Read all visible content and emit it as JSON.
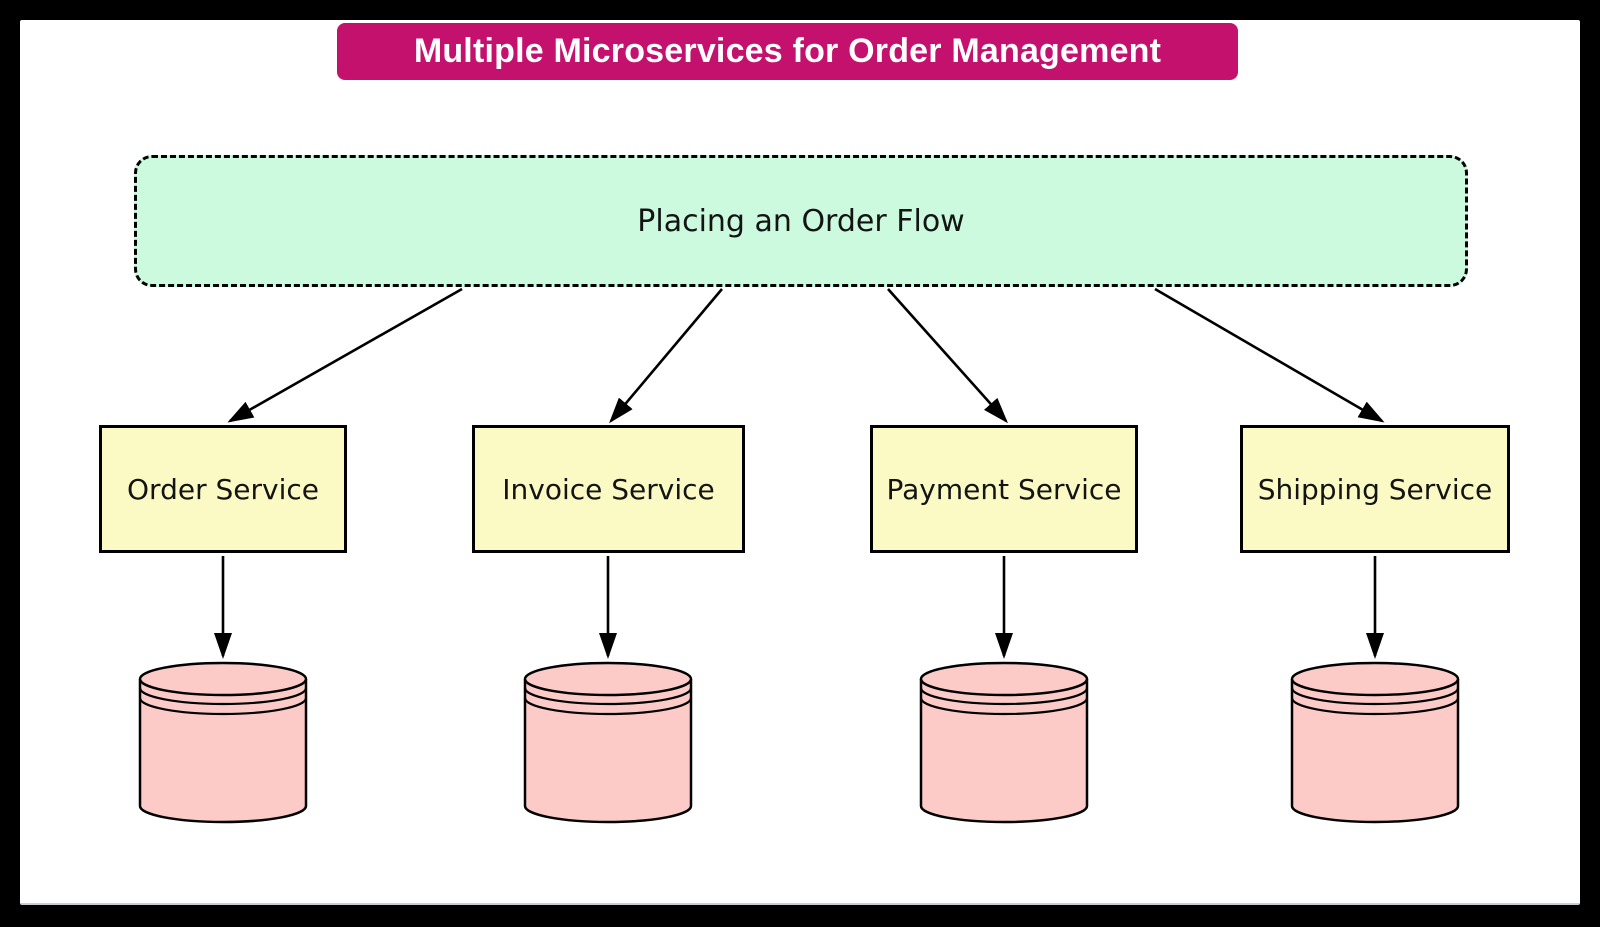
{
  "title": {
    "text": "Multiple Microservices for Order Management"
  },
  "flow": {
    "label": "Placing an Order Flow"
  },
  "services": [
    {
      "label": "Order Service"
    },
    {
      "label": "Invoice Service"
    },
    {
      "label": "Payment Service"
    },
    {
      "label": "Shipping Service"
    }
  ],
  "colors": {
    "banner": "#C5116E",
    "banner_text": "#FFFFFF",
    "flow_fill": "#CBFADF",
    "service_fill": "#FBFAC5",
    "database_fill": "#FCCBC8",
    "stroke": "#000000",
    "node_text": "#141414"
  }
}
